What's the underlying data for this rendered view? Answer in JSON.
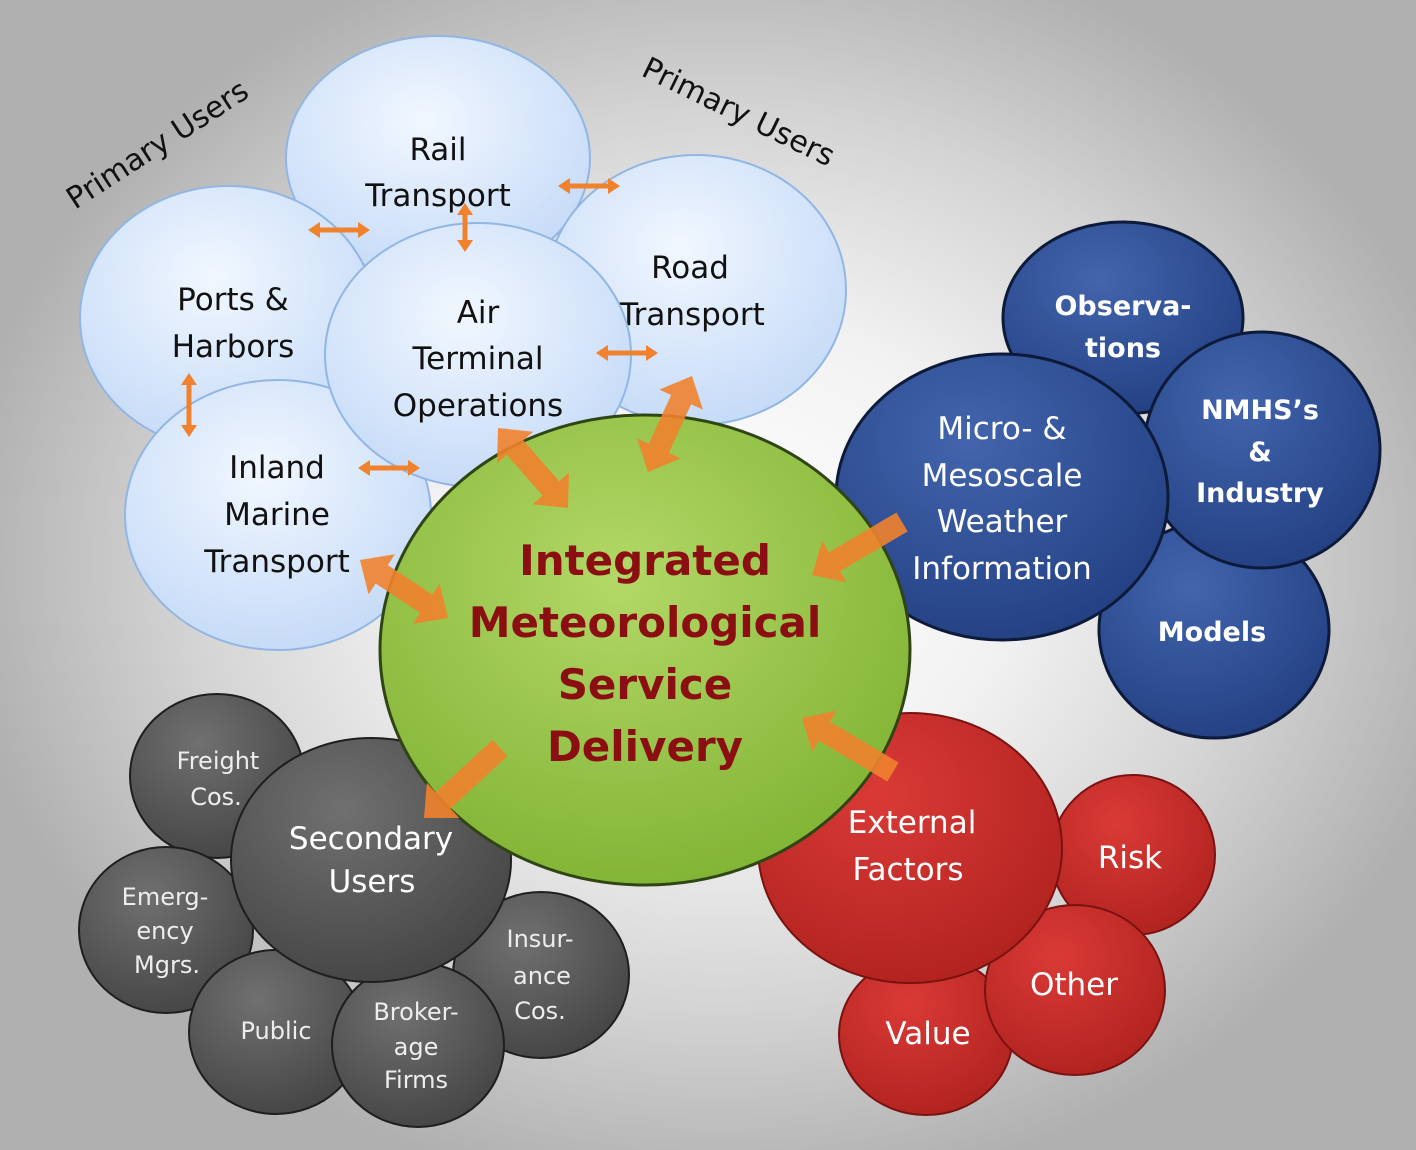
{
  "primary_users_label": "Primary Users",
  "center": [
    "Integrated",
    "Meteorological",
    "Service",
    "Delivery"
  ],
  "primary_circles": {
    "rail": [
      "Rail",
      "Transport"
    ],
    "road": [
      "Road",
      "Transport"
    ],
    "ports": [
      "Ports &",
      "Harbors"
    ],
    "air": [
      "Air",
      "Terminal",
      "Operations"
    ],
    "inland": [
      "Inland",
      "Marine",
      "Transport"
    ]
  },
  "weather_circles": {
    "observations": [
      "Observa-",
      "tions"
    ],
    "nmhs": [
      "NMHS’s",
      "&",
      "Industry"
    ],
    "models": [
      "Models"
    ],
    "micro": [
      "Micro- &",
      "Mesoscale",
      "Weather",
      "Information"
    ]
  },
  "external_circles": {
    "external": [
      "External",
      "Factors"
    ],
    "risk": [
      "Risk"
    ],
    "other": [
      "Other"
    ],
    "value": [
      "Value"
    ]
  },
  "secondary_circles": {
    "secondary": [
      "Secondary",
      "Users"
    ],
    "freight": [
      "Freight",
      "Cos."
    ],
    "emergency": [
      "Emerg-",
      "ency",
      "Mgrs."
    ],
    "public": [
      "Public"
    ],
    "brokerage": [
      "Broker-",
      "age",
      "Firms"
    ],
    "insurance": [
      "Insur-",
      "ance",
      "Cos."
    ]
  },
  "colors": {
    "light_blue_fill": "#c9defa",
    "light_blue_stroke": "#8fb4e3",
    "dark_blue_fill": "#2c4d94",
    "green_fill": "#8cbd3c",
    "red_fill": "#c3282a",
    "gray_fill": "#555555",
    "arrow_orange": "#f0822d",
    "center_text": "#8b0f12"
  }
}
